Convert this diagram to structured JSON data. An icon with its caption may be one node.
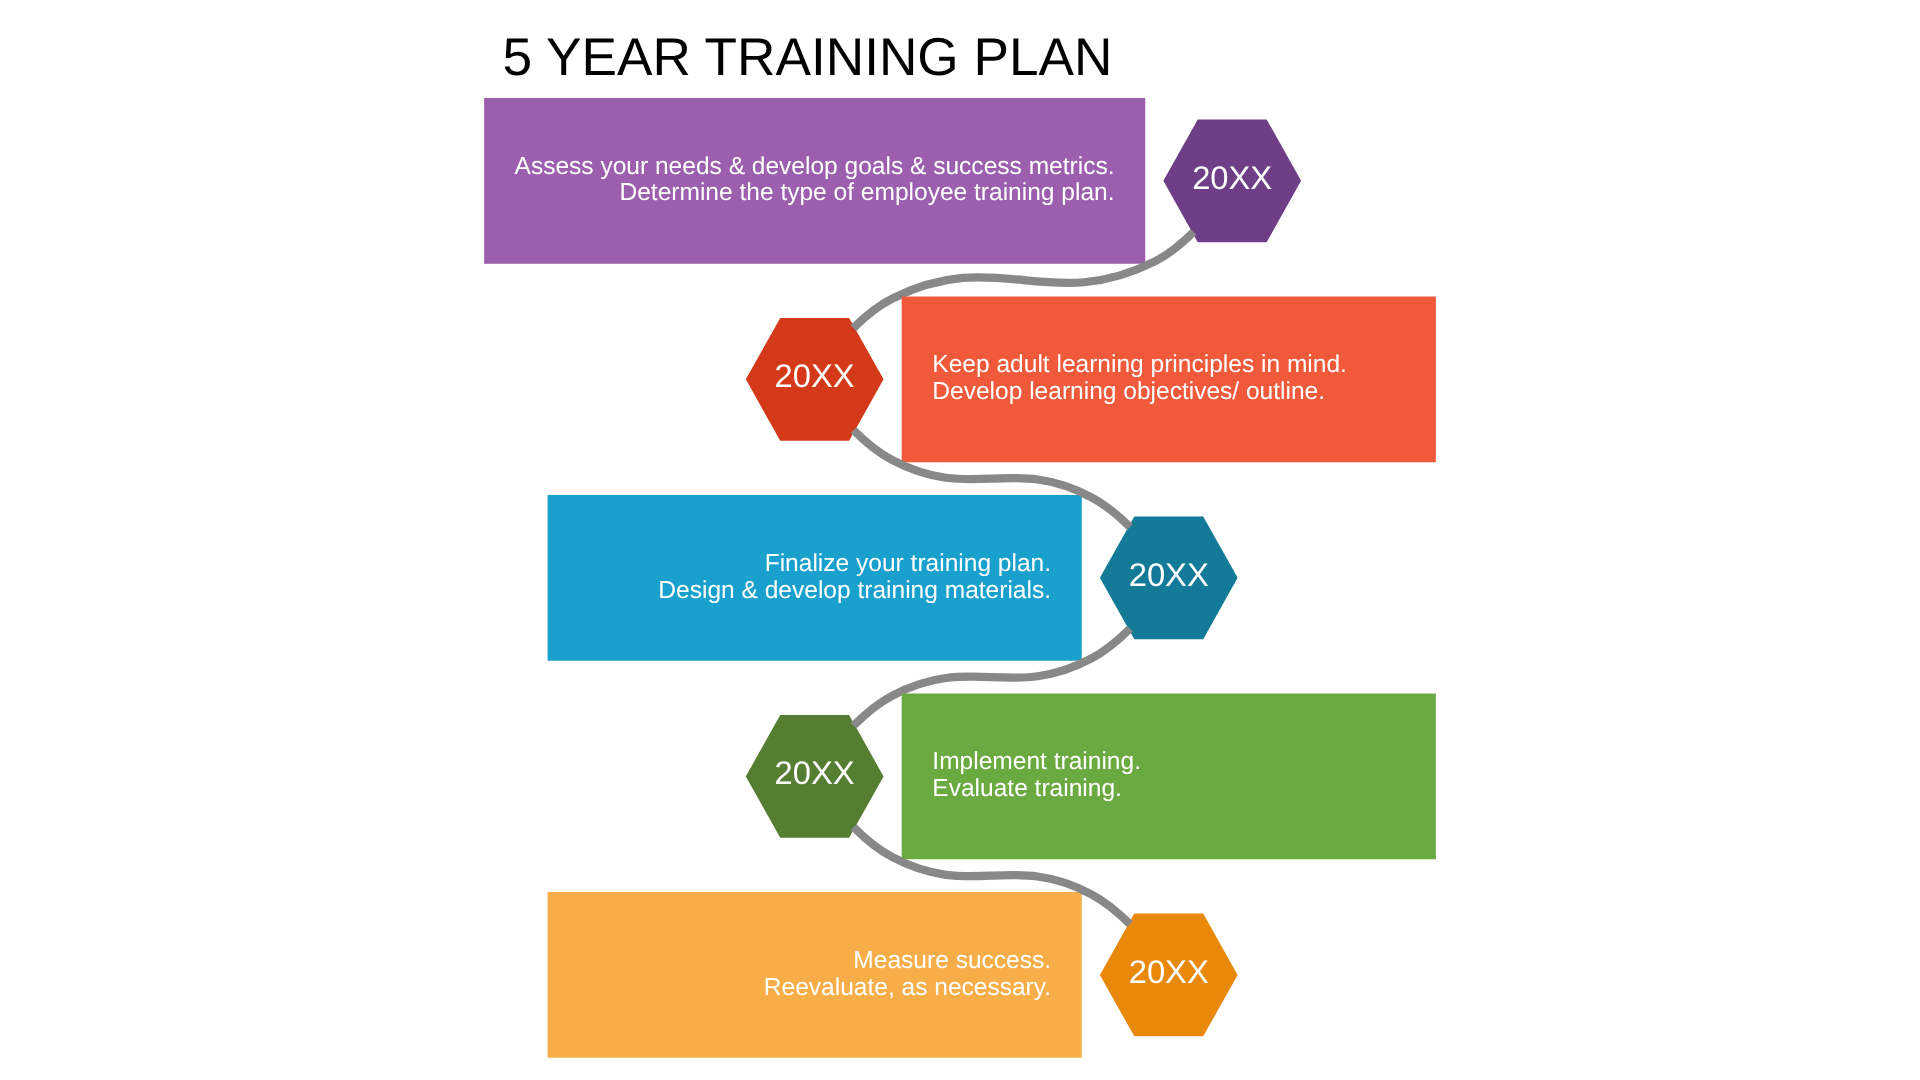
{
  "diagram": {
    "title": "5 YEAR TRAINING PLAN",
    "nodes": [
      {
        "text": [
          "Assess your needs & develop goals & success metrics.",
          "Determine the type of employee training plan."
        ]
      },
      {
        "text": [
          "20XX"
        ]
      },
      {
        "text": [
          "20XX"
        ]
      },
      {
        "text": [
          "Keep adult learning principles in mind.",
          "Develop learning objectives/ outline."
        ]
      },
      {
        "text": [
          "Finalize your training plan.",
          "Design & develop training materials."
        ]
      },
      {
        "text": [
          "20XX"
        ]
      },
      {
        "text": [
          "20XX"
        ]
      },
      {
        "text": [
          "Implement training.",
          "Evaluate training."
        ]
      },
      {
        "text": [
          "Measure success.",
          "Reevaluate, as necessary."
        ]
      },
      {
        "text": [
          "20XX"
        ]
      }
    ],
    "edges": [
      {
        "from": 1,
        "to": 2,
        "arrow": "none"
      },
      {
        "from": 2,
        "to": 5,
        "arrow": "none"
      },
      {
        "from": 5,
        "to": 6,
        "arrow": "none"
      },
      {
        "from": 6,
        "to": 9,
        "arrow": "none"
      }
    ]
  }
}
